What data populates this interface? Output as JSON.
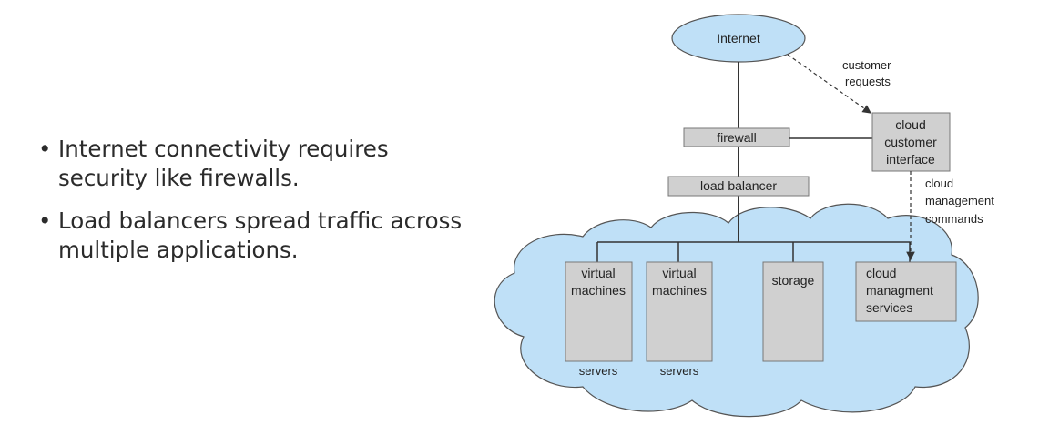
{
  "bullets": [
    "Internet connectivity requires security like firewalls.",
    "Load balancers spread traffic across multiple applications."
  ],
  "diagram": {
    "internet": "Internet",
    "customer_requests": [
      "customer",
      "requests"
    ],
    "firewall": "firewall",
    "load_balancer": "load balancer",
    "cloud_customer_interface": [
      "cloud",
      "customer",
      "interface"
    ],
    "cloud_management_commands": [
      "cloud",
      "management",
      "commands"
    ],
    "vm1": [
      "virtual",
      "machines"
    ],
    "vm2": [
      "virtual",
      "machines"
    ],
    "storage": "storage",
    "cloud_management_services": [
      "cloud",
      "managment",
      "services"
    ],
    "servers1": "servers",
    "servers2": "servers"
  },
  "colors": {
    "cloud_fill": "#bfe0f7",
    "box_fill": "#d0d0d0",
    "stroke": "#555555"
  }
}
